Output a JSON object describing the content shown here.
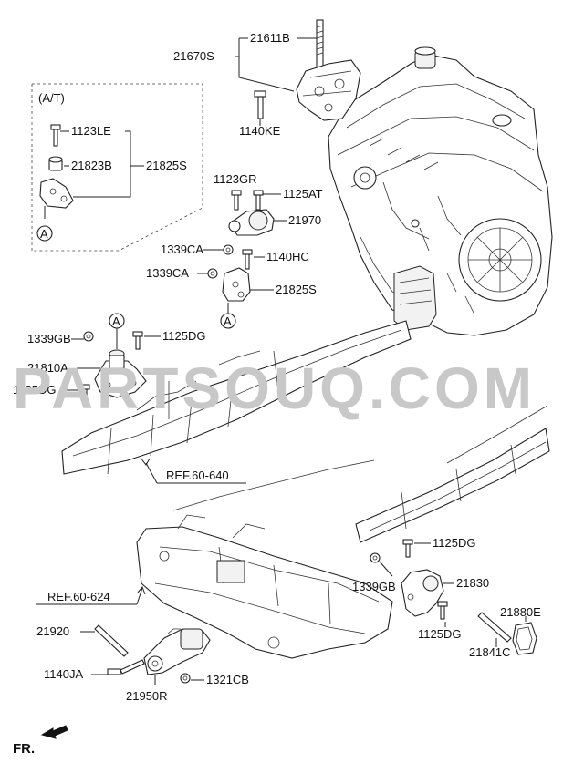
{
  "labels": {
    "l_21611B": "21611B",
    "l_21670S": "21670S",
    "l_1140KE": "1140KE",
    "l_AT": "(A/T)",
    "l_1123LE": "1123LE",
    "l_21823B": "21823B",
    "l_21825S_top": "21825S",
    "l_A_box": "A",
    "l_1123GR": "1123GR",
    "l_1125AT": "1125AT",
    "l_21970": "21970",
    "l_1339CA_1": "1339CA",
    "l_1140HC": "1140HC",
    "l_1339CA_2": "1339CA",
    "l_21825S_mid": "21825S",
    "l_A_mid": "A",
    "l_A_left": "A",
    "l_1339GB_left": "1339GB",
    "l_1125DG_top": "1125DG",
    "l_21810A": "21810A",
    "l_1125DG_left": "1125DG",
    "l_ref_60640": "REF.60-640",
    "l_ref_60624": "REF.60-624",
    "l_1125DG_right_top": "1125DG",
    "l_1339GB_right": "1339GB",
    "l_21830": "21830",
    "l_1125DG_right_bot": "1125DG",
    "l_21880E": "21880E",
    "l_21841C": "21841C",
    "l_21920": "21920",
    "l_1140JA": "1140JA",
    "l_1321CB": "1321CB",
    "l_21950R": "21950R",
    "l_FR": "FR."
  },
  "watermark": "PARTSOUQ.COM",
  "colors": {
    "line": "#222222",
    "watermark": "#c8c8c8",
    "background": "#ffffff"
  },
  "icons": {
    "front_arrow": "arrow-icon",
    "callout_marker": "circle-marker-icon"
  }
}
